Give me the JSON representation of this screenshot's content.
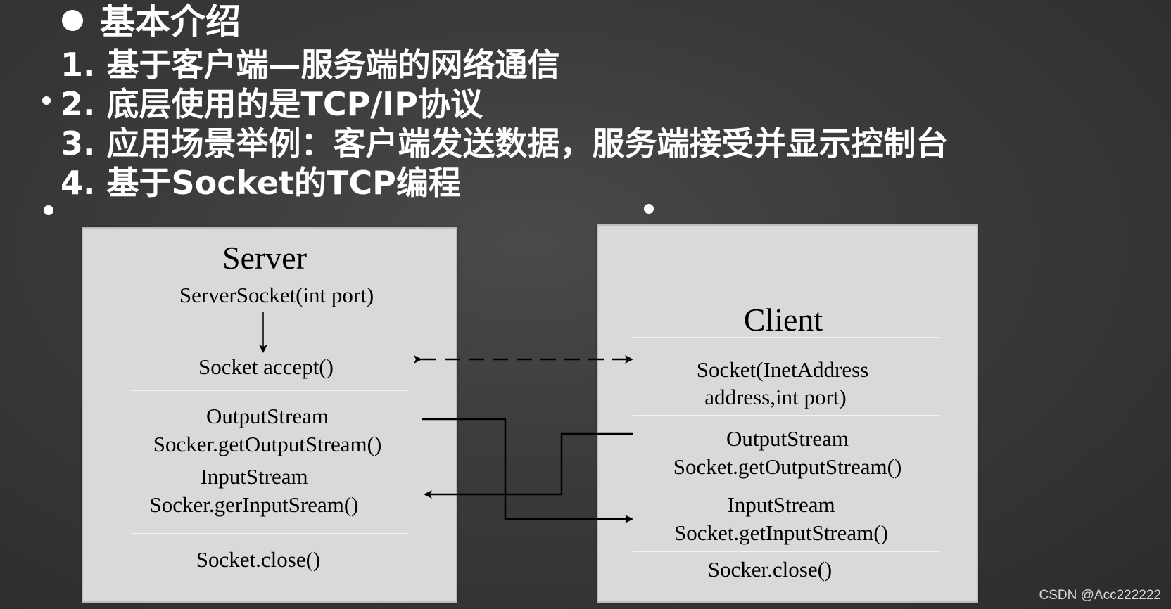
{
  "heading": "基本介绍",
  "items": [
    "1. 基于客户端—服务端的网络通信",
    "2. 底层使用的是TCP/IP协议",
    "3. 应用场景举例：客户端发送数据，服务端接受并显示控制台",
    "4. 基于Socket的TCP编程"
  ],
  "server": {
    "title": "Server",
    "server_socket": "ServerSocket(int port)",
    "accept": "Socket accept()",
    "output_line1": "OutputStream",
    "output_line2": "Socker.getOutputStream()",
    "input_line1": "InputStream",
    "input_line2": "Socker.gerInputSream()",
    "close": "Socket.close()"
  },
  "client": {
    "title": "Client",
    "socket_line1": "Socket(InetAddress",
    "socket_line2": "address,int port)",
    "output_line1": "OutputStream",
    "output_line2": "Socket.getOutputStream()",
    "input_line1": "InputStream",
    "input_line2": "Socket.getInputStream()",
    "close": "Socker.close()"
  },
  "watermark": "CSDN @Acc222222"
}
